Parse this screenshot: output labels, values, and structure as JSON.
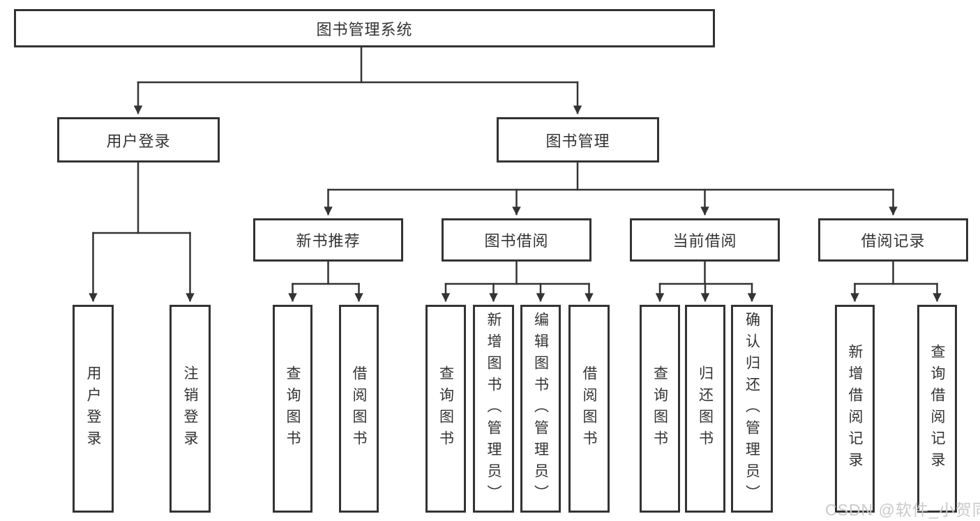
{
  "diagram": {
    "root": {
      "label": "图书管理系统"
    },
    "level2": [
      {
        "label": "用户登录"
      },
      {
        "label": "图书管理"
      }
    ],
    "level3": [
      {
        "label": "新书推荐"
      },
      {
        "label": "图书借阅"
      },
      {
        "label": "当前借阅"
      },
      {
        "label": "借阅记录"
      }
    ],
    "leaves": {
      "user_login": [
        "用户登录",
        "注销登录"
      ],
      "new_book": [
        "查询图书",
        "借阅图书"
      ],
      "book_borrow": [
        "查询图书",
        "新增图书（管理员）",
        "编辑图书（管理员）",
        "借阅图书"
      ],
      "current_borrow": [
        "查询图书",
        "归还图书",
        "确认归还（管理员）"
      ],
      "borrow_record": [
        "新增借阅记录",
        "查询借阅记录"
      ]
    },
    "colors": {
      "line": "#333333",
      "text": "#333333",
      "background": "#ffffff",
      "watermark": "#c9c9c9"
    },
    "watermark": "CSDN @软件_小贺同学"
  }
}
